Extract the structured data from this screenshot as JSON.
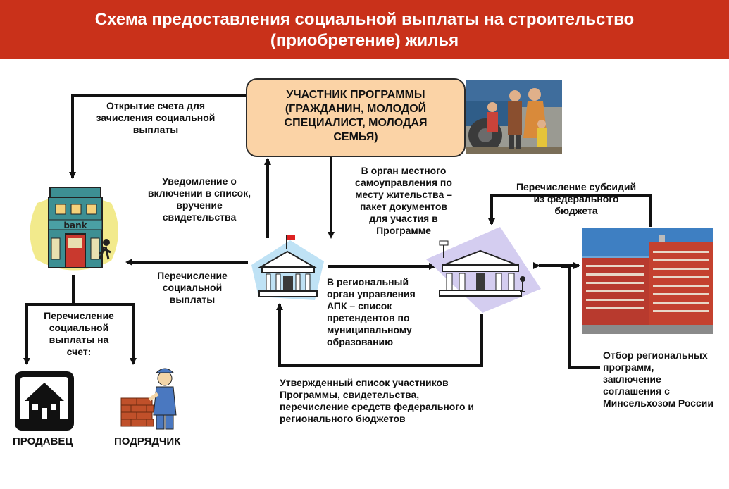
{
  "header": {
    "title_line1": "Схема предоставления социальной выплаты на строительство",
    "title_line2": "(приобретение) жилья"
  },
  "participant": {
    "line1": "УЧАСТНИК ПРОГРАММЫ",
    "line2": "(ГРАЖДАНИН, МОЛОДОЙ",
    "line3": "СПЕЦИАЛИСТ, МОЛОДАЯ",
    "line4": "СЕМЬЯ)"
  },
  "bank_logo": "bank",
  "labels": {
    "open_account": [
      "Открытие счета для",
      "зачисления социальной",
      "выплаты"
    ],
    "notification": [
      "Уведомление о",
      "включении в список,",
      "вручение",
      "свидетельства"
    ],
    "to_local_authority": [
      "В орган местного",
      "самоуправления по",
      "месту жительства –",
      "пакет  документов",
      "для участия в",
      "Программе"
    ],
    "federal_subsidies": [
      "Перечисление субсидий",
      "из федерального",
      "бюджета"
    ],
    "social_payment_transfer": [
      "Перечисление",
      "социальной",
      "выплаты"
    ],
    "regional_agency": [
      "В региональный",
      "орган управления",
      "АПК – список",
      "претендентов по",
      "муниципальному",
      "образованию"
    ],
    "payment_to_account": [
      "Перечисление",
      "социальной",
      "выплаты на",
      "счет:"
    ],
    "approved_list": [
      "Утвержденный список участников",
      "Программы, свидетельства,",
      "перечисление средств федерального и",
      "регионального бюджетов"
    ],
    "regional_selection": [
      "Отбор региональных",
      "программ,",
      "заключение",
      "соглашения с",
      "Минсельхозом России"
    ]
  },
  "seller": "ПРОДАВЕЦ",
  "contractor": "ПОДРЯДЧИК"
}
